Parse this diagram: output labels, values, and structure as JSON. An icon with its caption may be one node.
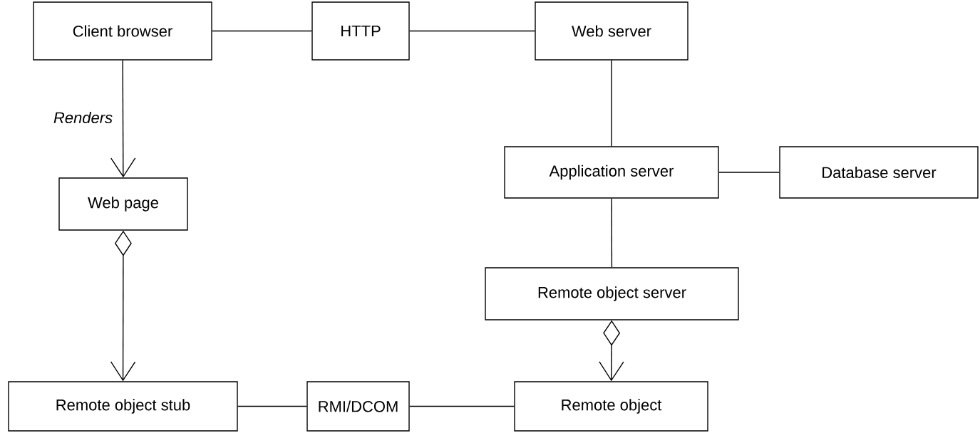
{
  "diagram": {
    "nodes": [
      {
        "text": [
          "Client browser"
        ]
      },
      {
        "text": [
          "HTTP"
        ]
      },
      {
        "text": [
          "Web server"
        ]
      },
      {
        "text": [
          "Application server"
        ]
      },
      {
        "text": [
          "Database server"
        ]
      },
      {
        "text": [
          "Web page"
        ]
      },
      {
        "text": [
          "Remote object server"
        ]
      },
      {
        "text": [
          "Remote object stub"
        ]
      },
      {
        "text": [
          "RMI/DCOM"
        ]
      },
      {
        "text": [
          "Remote object"
        ]
      }
    ],
    "edges": [
      {
        "from": 0,
        "to": 1,
        "arrow": "none"
      },
      {
        "from": 1,
        "to": 2,
        "arrow": "none"
      },
      {
        "from": 2,
        "to": 3,
        "arrow": "none"
      },
      {
        "from": 3,
        "to": 4,
        "arrow": "none"
      },
      {
        "from": 0,
        "to": 5,
        "arrow": "to",
        "label": "Renders"
      },
      {
        "from": 3,
        "to": 6,
        "arrow": "none"
      },
      {
        "from": 5,
        "to": 7,
        "arrow": "to"
      },
      {
        "from": 6,
        "to": 9,
        "arrow": "to"
      },
      {
        "from": 7,
        "to": 8,
        "arrow": "none"
      },
      {
        "from": 8,
        "to": 9,
        "arrow": "none"
      }
    ]
  }
}
